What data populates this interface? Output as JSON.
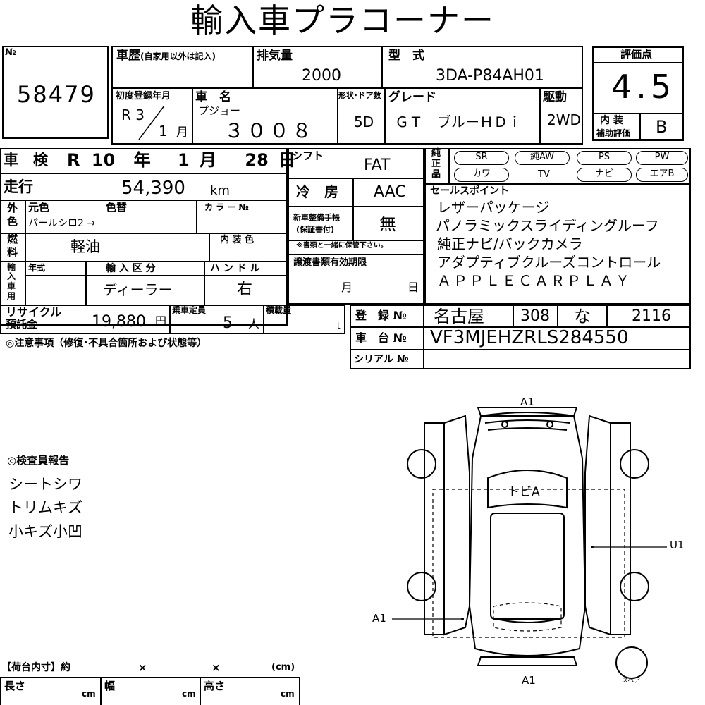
{
  "title": "輸入車プラコーナー",
  "lot": {
    "label": "№",
    "value": "58479"
  },
  "history": {
    "label": "車歴",
    "note": "(自家用以外は記入)"
  },
  "displacement": {
    "label": "排気量",
    "value": "2000"
  },
  "model_code": {
    "label": "型　式",
    "value": "3DA-P84AH01"
  },
  "score": {
    "label": "評価点",
    "value": "4.5",
    "interior_label_1": "内 装",
    "interior_label_2": "補助評価",
    "interior_value": "B"
  },
  "first_reg": {
    "label": "初度登録年月",
    "era": "R",
    "year": "3",
    "month": "1",
    "month_unit": "月"
  },
  "car_name": {
    "label": "車　名",
    "maker": "プジョー",
    "value": "３００８"
  },
  "body": {
    "label": "形状･ドア数",
    "value": "5D"
  },
  "grade": {
    "label": "グレード",
    "value": "ＧＴ　ブルーＨＤｉ"
  },
  "drive": {
    "label": "駆動",
    "value": "2WD"
  },
  "inspection": {
    "label": "車　検",
    "era": "R",
    "year": "10",
    "year_unit": "年",
    "month": "1",
    "month_unit": "月",
    "day": "28",
    "day_unit": "日"
  },
  "shift": {
    "label": "シフト",
    "value": "FAT"
  },
  "genuine": {
    "label_1": "純",
    "label_2": "正",
    "label_3": "品",
    "options": [
      "SR",
      "純AW",
      "PS",
      "PW",
      "カワ",
      "TV",
      "ナビ",
      "エアB"
    ]
  },
  "mileage": {
    "label": "走行",
    "value": "54,390",
    "unit": "km"
  },
  "ac": {
    "label": "冷　房",
    "value": "AAC"
  },
  "color": {
    "label_1": "外",
    "label_2": "色",
    "original_label": "元色",
    "changed_label": "色替",
    "value": "パールシロ2",
    "arrow": "→",
    "color_no_label": "カ ラ ー №"
  },
  "manual": {
    "label_1": "新車整備手帳",
    "label_2": "(保証書付)",
    "value": "無",
    "note": "※書類と一緒に保管下さい。"
  },
  "fuel": {
    "label_1": "燃",
    "label_2": "料",
    "value": "軽油",
    "interior_color_label": "内 装 色"
  },
  "sales_points": {
    "label": "セールスポイント",
    "items": [
      "レザーパッケージ",
      "パノラミックスライディングルーフ",
      "純正ナビ/バックカメラ",
      "アダプティブクルーズコントロール",
      "ＡＰＰＬＥＣＡＲＰＬＡＹ"
    ]
  },
  "import": {
    "label_1": "輸",
    "label_2": "入",
    "label_3": "車",
    "label_4": "用",
    "model_year_label": "年式",
    "class_label": "輸 入 区 分",
    "class_value": "ディーラー",
    "handle_label": "ハ ン ド ル",
    "handle_value": "右"
  },
  "transfer": {
    "label": "譲渡書類有効期限",
    "month": "月",
    "day": "日"
  },
  "recycle": {
    "label_1": "リサイクル",
    "label_2": "預託金",
    "value": "19,880",
    "unit": "円",
    "capacity_label": "乗車定員",
    "capacity_value": "5",
    "capacity_unit": "人",
    "load_label": "積載量",
    "load_unit": "t"
  },
  "registration": {
    "label": "登　録 №",
    "region": "名古屋",
    "class_no": "308",
    "kana": "な",
    "number": "2116"
  },
  "chassis": {
    "label": "車　台 №",
    "value": "VF3MJEHZRLS284550"
  },
  "serial": {
    "label": "シリアル №",
    "value": ""
  },
  "notes": {
    "label": "◎注意事項（修復･不具合箇所および状態等）"
  },
  "inspector": {
    "label": "◎検査員報告",
    "items": [
      "シートシワ",
      "トリムキズ",
      "小キズ小凹"
    ]
  },
  "cargo": {
    "label": "【荷台内寸】約",
    "x1": "×",
    "x2": "×",
    "unit_paren": "(cm)",
    "length_label": "長さ",
    "width_label": "幅",
    "height_label": "高さ",
    "cm": "cm"
  },
  "diagram": {
    "top": "A1",
    "bottom": "A1",
    "left": "A1",
    "right": "U1",
    "roof": "トビA",
    "spare": "スペア"
  }
}
